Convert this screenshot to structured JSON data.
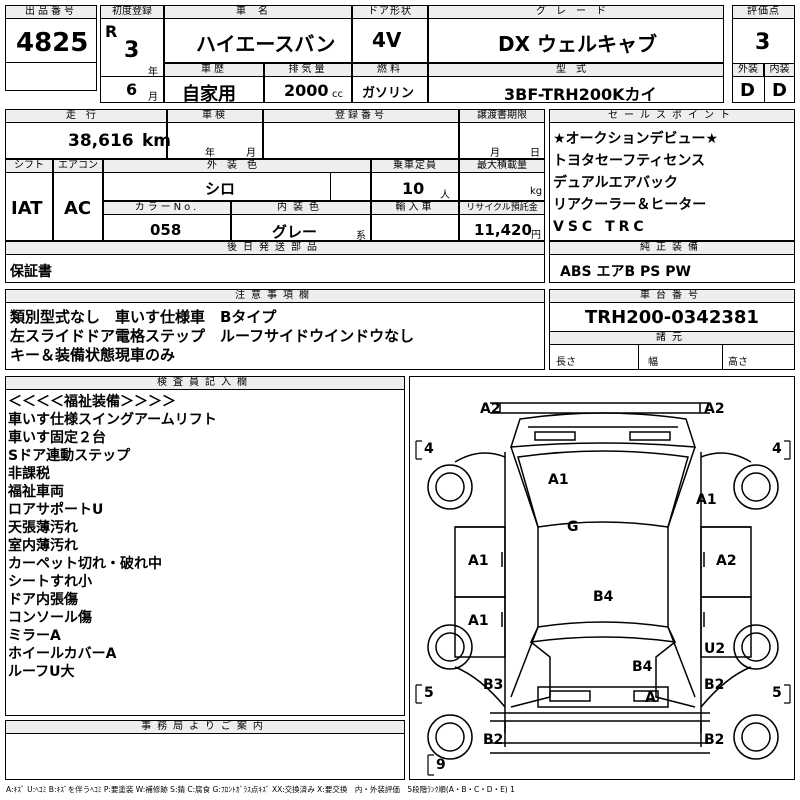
{
  "headers": {
    "lot_no": "出品番号",
    "first_reg": "初度登録",
    "model_name": "車名",
    "doors": "ドア形状",
    "grade": "グレード",
    "score": "評価点",
    "history": "車歴",
    "displacement": "排気量",
    "fuel": "燃料",
    "model_code": "型式",
    "exterior": "外装",
    "interior": "内装",
    "mileage": "走行",
    "inspection": "車検",
    "reg_no": "登録番号",
    "transfer_deadline": "譲渡書期限",
    "selling_points": "セールスポイント",
    "shift": "シフト",
    "aircon": "エアコン",
    "ext_color": "外装色",
    "capacity": "乗車定員",
    "max_load": "最大積載量",
    "color_no": "カラーNo.",
    "int_color": "内装色",
    "import": "輸入車",
    "recycle": "リサイクル預託金",
    "post_parts": "後日発送部品",
    "genuine": "純正装備",
    "notes": "注意事項欄",
    "chassis": "車台番号",
    "specs": "諸元",
    "inspector": "検査員記入欄",
    "office": "事務局よりご案内"
  },
  "lot_no": "4825",
  "era": "R",
  "year": "3",
  "year_unit": "年",
  "month": "6",
  "month_unit": "月",
  "model_name": "ハイエースバン",
  "doors": "4V",
  "grade": "DX ウェルキャブ",
  "score": "3",
  "history": "自家用",
  "displacement": "2000",
  "displacement_unit": "cc",
  "fuel": "ガソリン",
  "model_code": "3BF-TRH200Kカイ",
  "exterior_score": "D",
  "interior_score": "D",
  "mileage": "38,616",
  "mileage_unit": "km",
  "inspection_year_unit": "年",
  "inspection_month_unit": "月",
  "transfer_month_unit": "月",
  "transfer_day_unit": "日",
  "selling_points": [
    "★オークションデビュー★",
    "トヨタセーフティセンス",
    "デュアルエアバック",
    "リアクーラー＆ヒーター",
    "VSC TRC"
  ],
  "shift": "IAT",
  "aircon": "AC",
  "ext_color": "シロ",
  "capacity": "10",
  "capacity_unit": "人",
  "max_load_unit": "kg",
  "color_no": "058",
  "int_color": "グレー",
  "int_color_suffix": "系",
  "recycle": "11,420",
  "recycle_unit": "円",
  "post_parts": "保証書",
  "genuine": "ABS エアB PS PW",
  "notes": [
    "類別型式なし　車いす仕様車　Bタイプ",
    "左スライドドア電格ステップ　ルーフサイドウインドウなし",
    "キー＆装備状態現車のみ"
  ],
  "chassis": "TRH200-0342381",
  "spec_length": "長さ",
  "spec_width": "幅",
  "spec_height": "高さ",
  "inspector_notes": [
    "＜＜＜＜福祉装備＞＞＞＞",
    "車いす仕様スイングアームリフト",
    "車いす固定２台",
    "Sドア連動ステップ",
    "非課税",
    "福祉車両",
    "ロアサポートU",
    "天張薄汚れ",
    "室内薄汚れ",
    "カーペット切れ・破れ中",
    "シートすれ小",
    "ドア内張傷",
    "コンソール傷",
    "ミラーA",
    "ホイールカバーA",
    "ルーフU大"
  ],
  "damage": {
    "front_left": "A2",
    "front_right": "A2",
    "tire_fl": "4",
    "tire_fr": "4",
    "hood": "A1",
    "fender_r": "A1",
    "windshield": "G",
    "door_fl": "A1",
    "door_fr": "A2",
    "roof": "B4",
    "door_rl": "A1",
    "slide_r": "U2",
    "rear": "B4",
    "quarter_l": "B3",
    "quarter_r": "B2",
    "tire_rl": "5",
    "tire_rr": "5",
    "bumper": "A",
    "rear_l": "B2",
    "rear_r": "B2",
    "spare": "9"
  },
  "legend": "A:ｷｽﾞ U:ﾍｺﾐ B:ｷｽﾞを伴うﾍｺﾐ P:要塗装 W:補修跡 S:錆 C:腐食 G:ﾌﾛﾝﾄｶﾞﾗｽ点ｷｽﾞ XX:交換済み X:要交換　内・外装評価　5段階ﾗﾝｸ順(A・B・C・D・E) 1"
}
